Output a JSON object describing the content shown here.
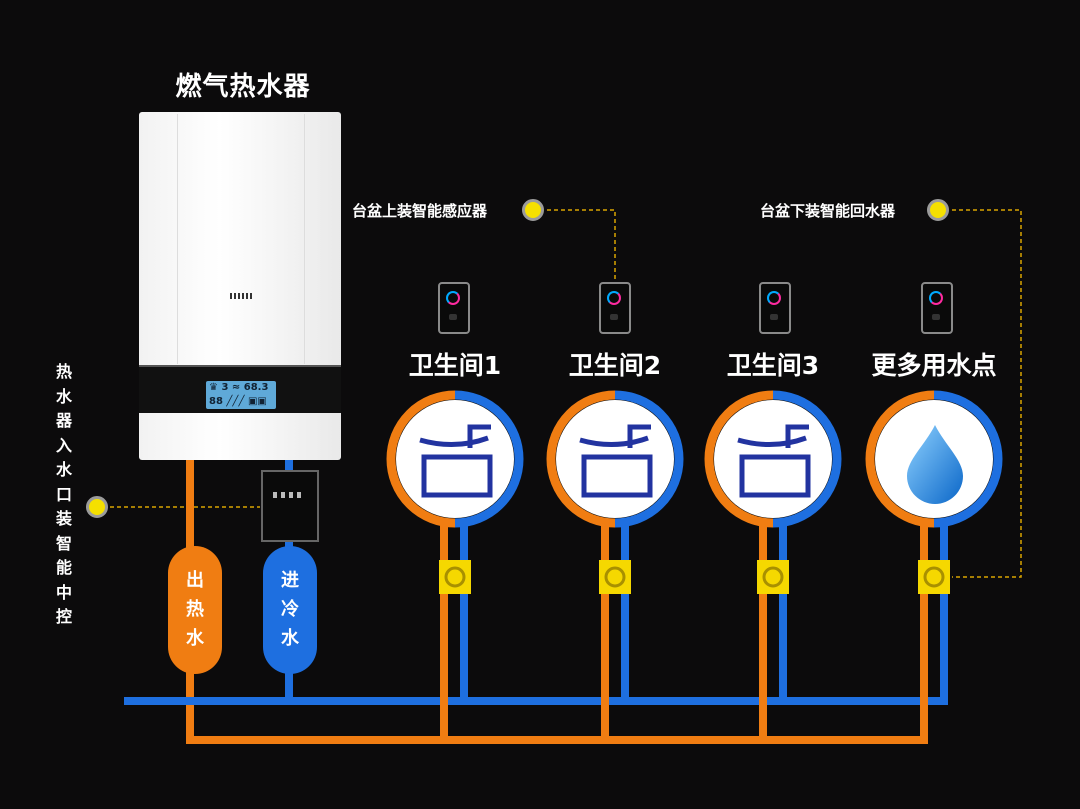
{
  "heater": {
    "title": "燃气热水器",
    "lcd_top": "♛ 3 ≈ 68.3",
    "lcd_bottom": "88 ╱╱╱ ▣▣"
  },
  "inlet_label": "热水器入水口装智能中控",
  "sensors": {
    "above_sink": "台盆上装智能感应器",
    "below_sink": "台盆下装智能回水器"
  },
  "rooms": [
    {
      "label": "卫生间1",
      "icon": "sink-icon"
    },
    {
      "label": "卫生间2",
      "icon": "sink-icon"
    },
    {
      "label": "卫生间3",
      "icon": "sink-icon"
    },
    {
      "label": "更多用水点",
      "icon": "water-drop-icon"
    }
  ],
  "tanks": {
    "hot": "出热水",
    "cold": "进冷水"
  },
  "colors": {
    "hot_pipe": "#f07d12",
    "cold_pipe": "#1e6fe0",
    "valve": "#f5d800",
    "sensor_line": "#d9a400",
    "background": "#0c0b0c"
  }
}
